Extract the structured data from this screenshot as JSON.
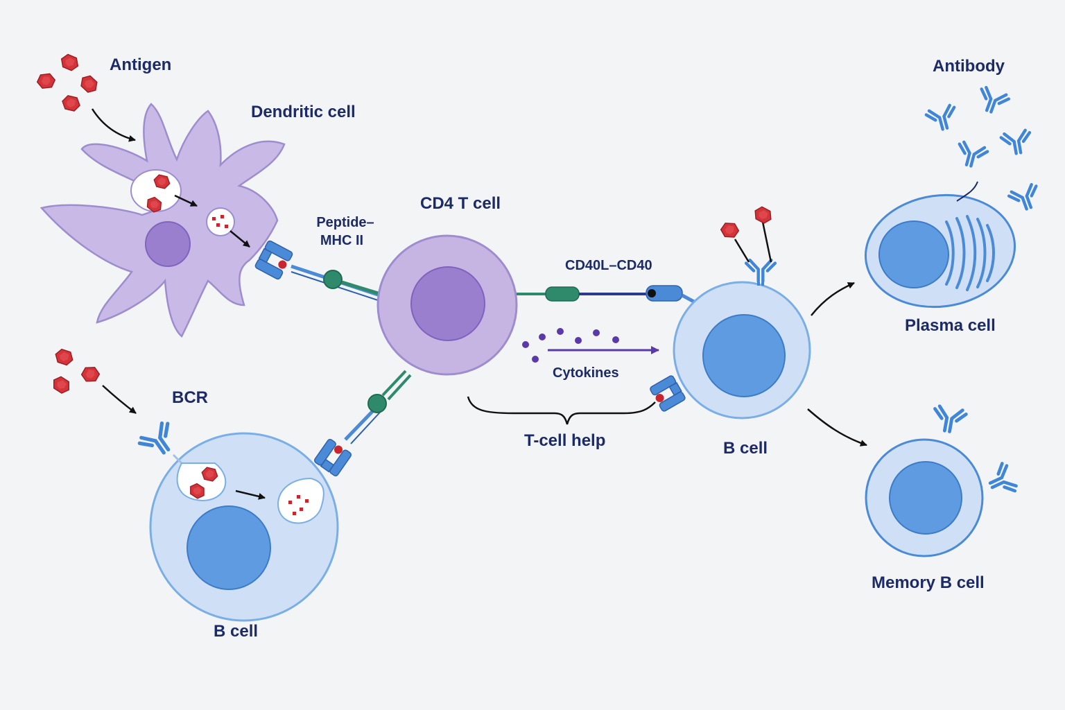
{
  "labels": {
    "antigen": "Antigen",
    "dendritic_cell": "Dendritic cell",
    "peptide_mhc_line1": "Peptide–",
    "peptide_mhc_line2": "MHC II",
    "cd4_t_cell": "CD4 T cell",
    "cd40l_cd40": "CD40L–CD40",
    "cytokines": "Cytokines",
    "t_cell_help": "T-cell help",
    "bcr": "BCR",
    "b_cell_left": "B cell",
    "b_cell_right": "B cell",
    "antibody": "Antibody",
    "plasma_cell": "Plasma cell",
    "memory_b_cell": "Memory B cell"
  },
  "colors": {
    "antigen_red": "#c8262e",
    "dendritic_purple": "#c8b9e6",
    "t_cell_purple": "#c6b5e3",
    "nucleus_purple": "#9a7fcf",
    "b_cell_blue": "#cfe0f6",
    "nucleus_blue": "#5f9be0",
    "receptor_blue": "#4a8ad6",
    "tcr_green": "#2f8a6b",
    "label_navy": "#1c2a66"
  }
}
